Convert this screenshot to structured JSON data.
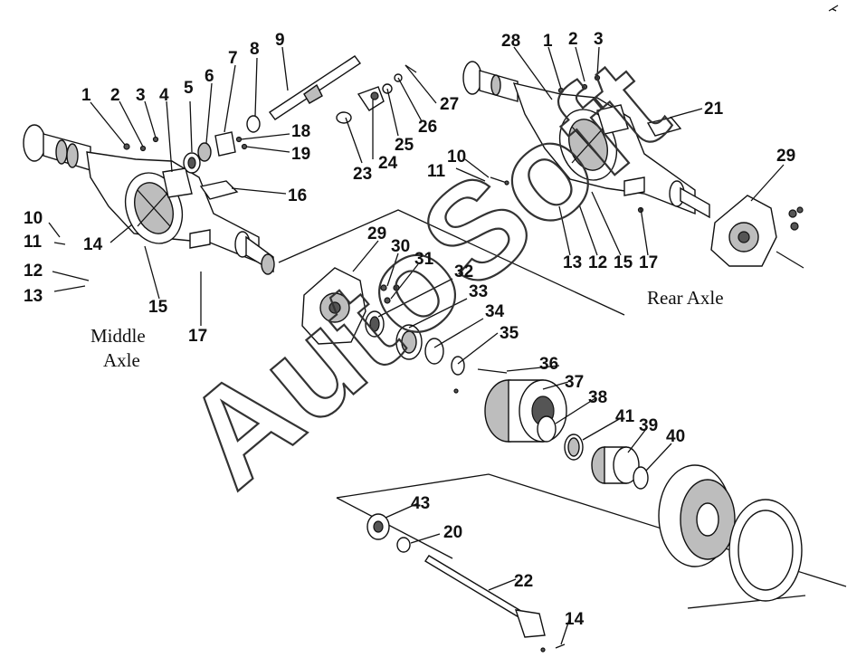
{
  "captions": {
    "middle_axle": [
      "Middle",
      "Axle"
    ],
    "rear_axle": "Rear Axle"
  },
  "watermark": "AutoSoft",
  "callouts": {
    "middle": [
      "1",
      "2",
      "3",
      "4",
      "5",
      "6",
      "7",
      "8",
      "9",
      "18",
      "19",
      "16",
      "10",
      "11",
      "14",
      "12",
      "13",
      "15",
      "17"
    ],
    "top_center": [
      "27",
      "26",
      "25",
      "24",
      "23",
      "10",
      "11"
    ],
    "rear": [
      "28",
      "1",
      "2",
      "3",
      "21",
      "29",
      "13",
      "12",
      "15",
      "17"
    ],
    "hub": [
      "29",
      "30",
      "31",
      "32",
      "33",
      "34",
      "35",
      "36",
      "37",
      "38",
      "41",
      "39",
      "40"
    ],
    "shaft": [
      "43",
      "20",
      "22",
      "14"
    ]
  },
  "colors": {
    "line": "#111111",
    "paper": "#ffffff",
    "shade": "#bdbdbd"
  }
}
